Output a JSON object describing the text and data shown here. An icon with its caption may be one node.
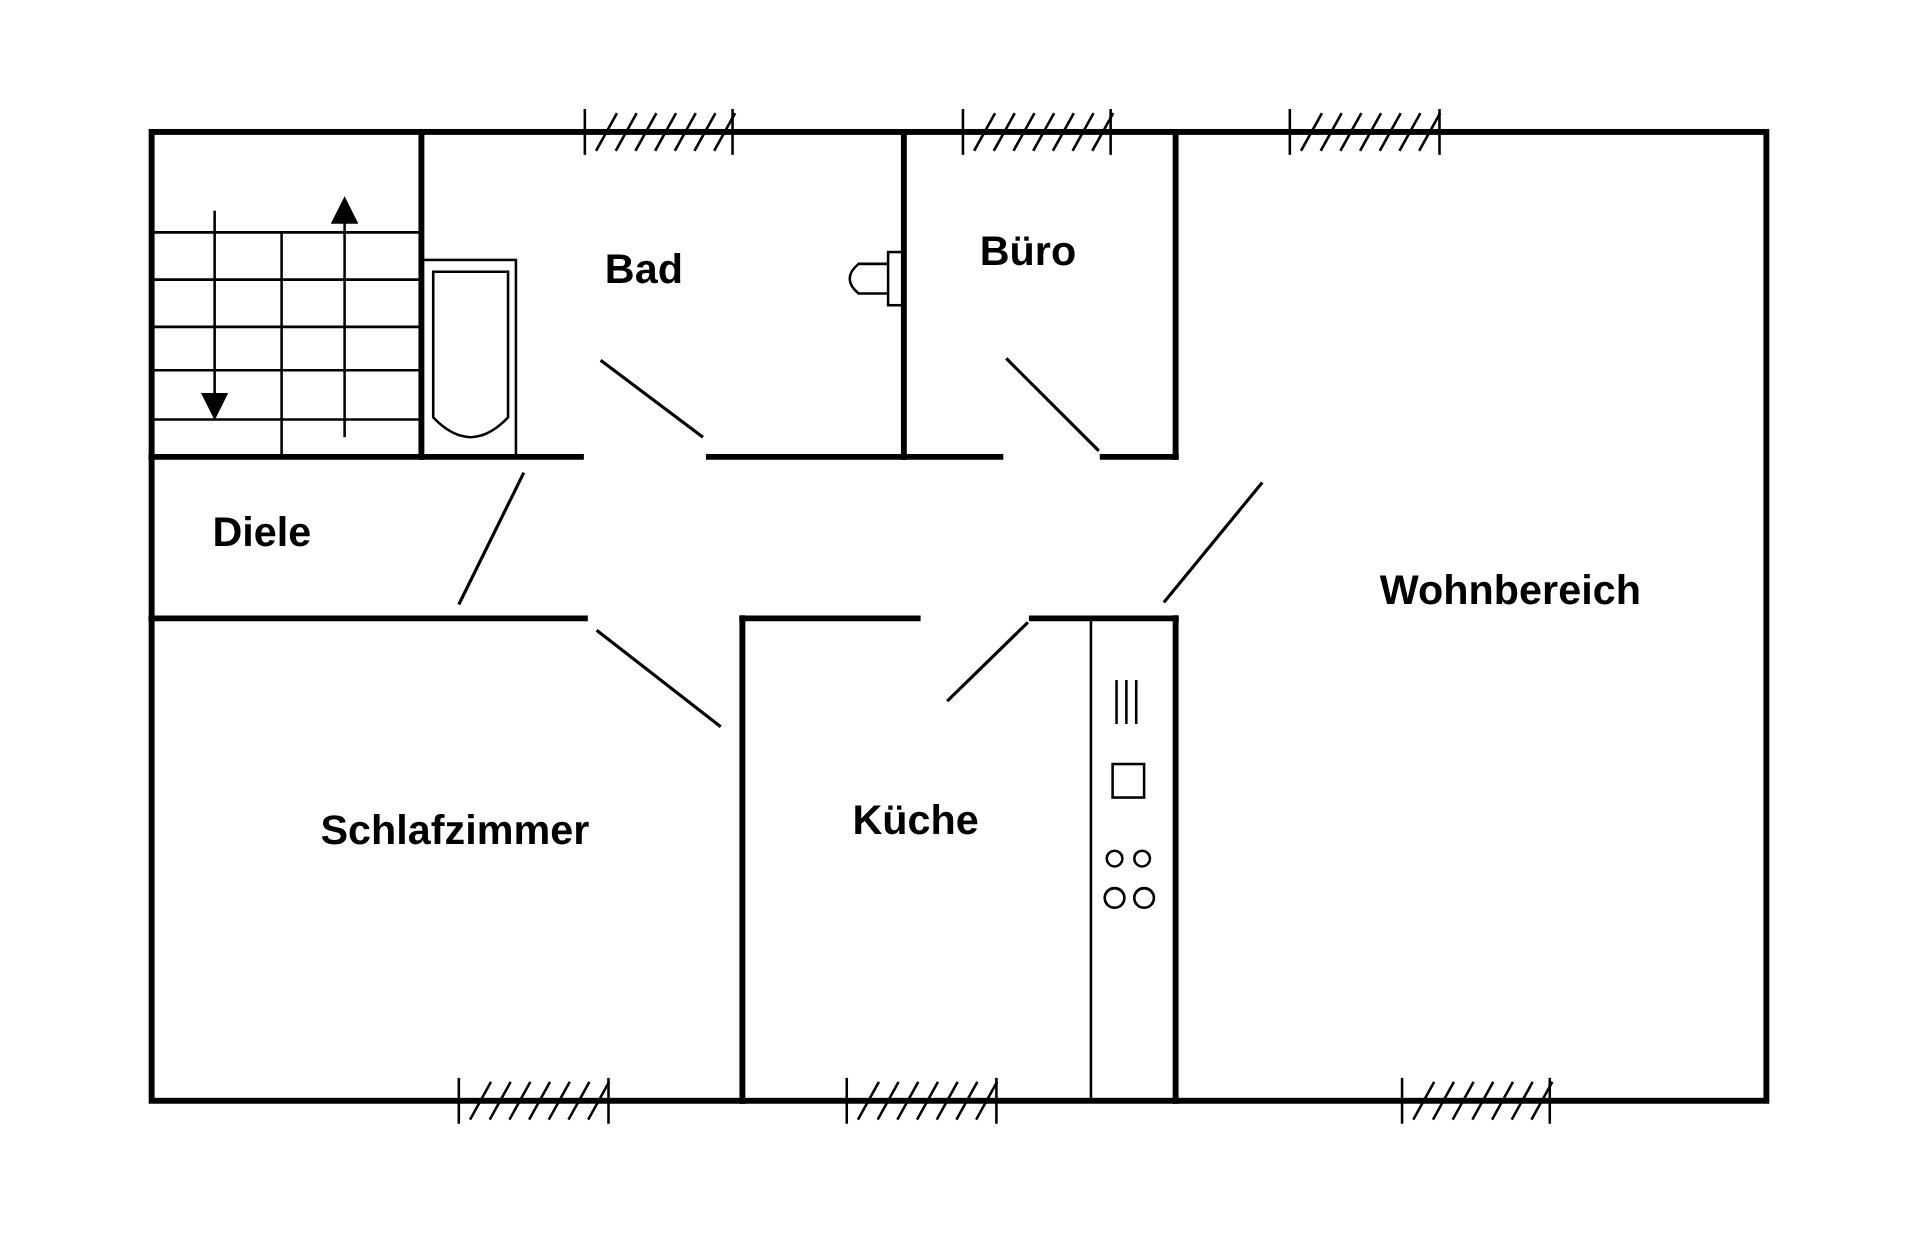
{
  "diagram": {
    "labels": [
      "Bad",
      "Büro",
      "Diele",
      "Wohnbereich",
      "Schlafzimmer",
      "Küche"
    ]
  }
}
